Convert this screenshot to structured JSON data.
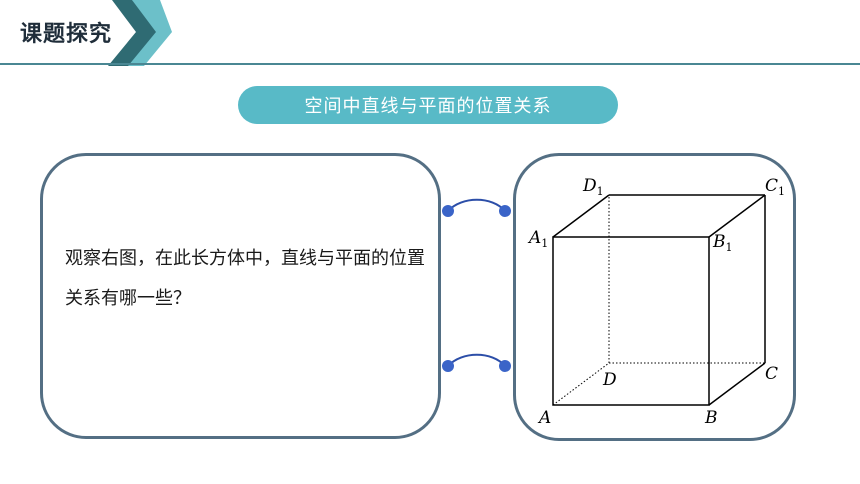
{
  "header": {
    "title": "课题探究"
  },
  "subtitle": "空间中直线与平面的位置关系",
  "question": "观察右图，在此长方体中，直线与平面的位置关系有哪一些？",
  "cube_labels": {
    "A": "A",
    "B": "B",
    "C": "C",
    "D": "D",
    "A1": "A",
    "B1": "B",
    "C1": "C",
    "D1": "D",
    "sub": "1"
  },
  "colors": {
    "header_line": "#4a8793",
    "arrow_dark": "#2f6b73",
    "arrow_light": "#6cc0c9",
    "pill": "#58bac7",
    "card_border": "#546f84",
    "connector": "#2c4ea8",
    "dot": "#3a64c8"
  }
}
